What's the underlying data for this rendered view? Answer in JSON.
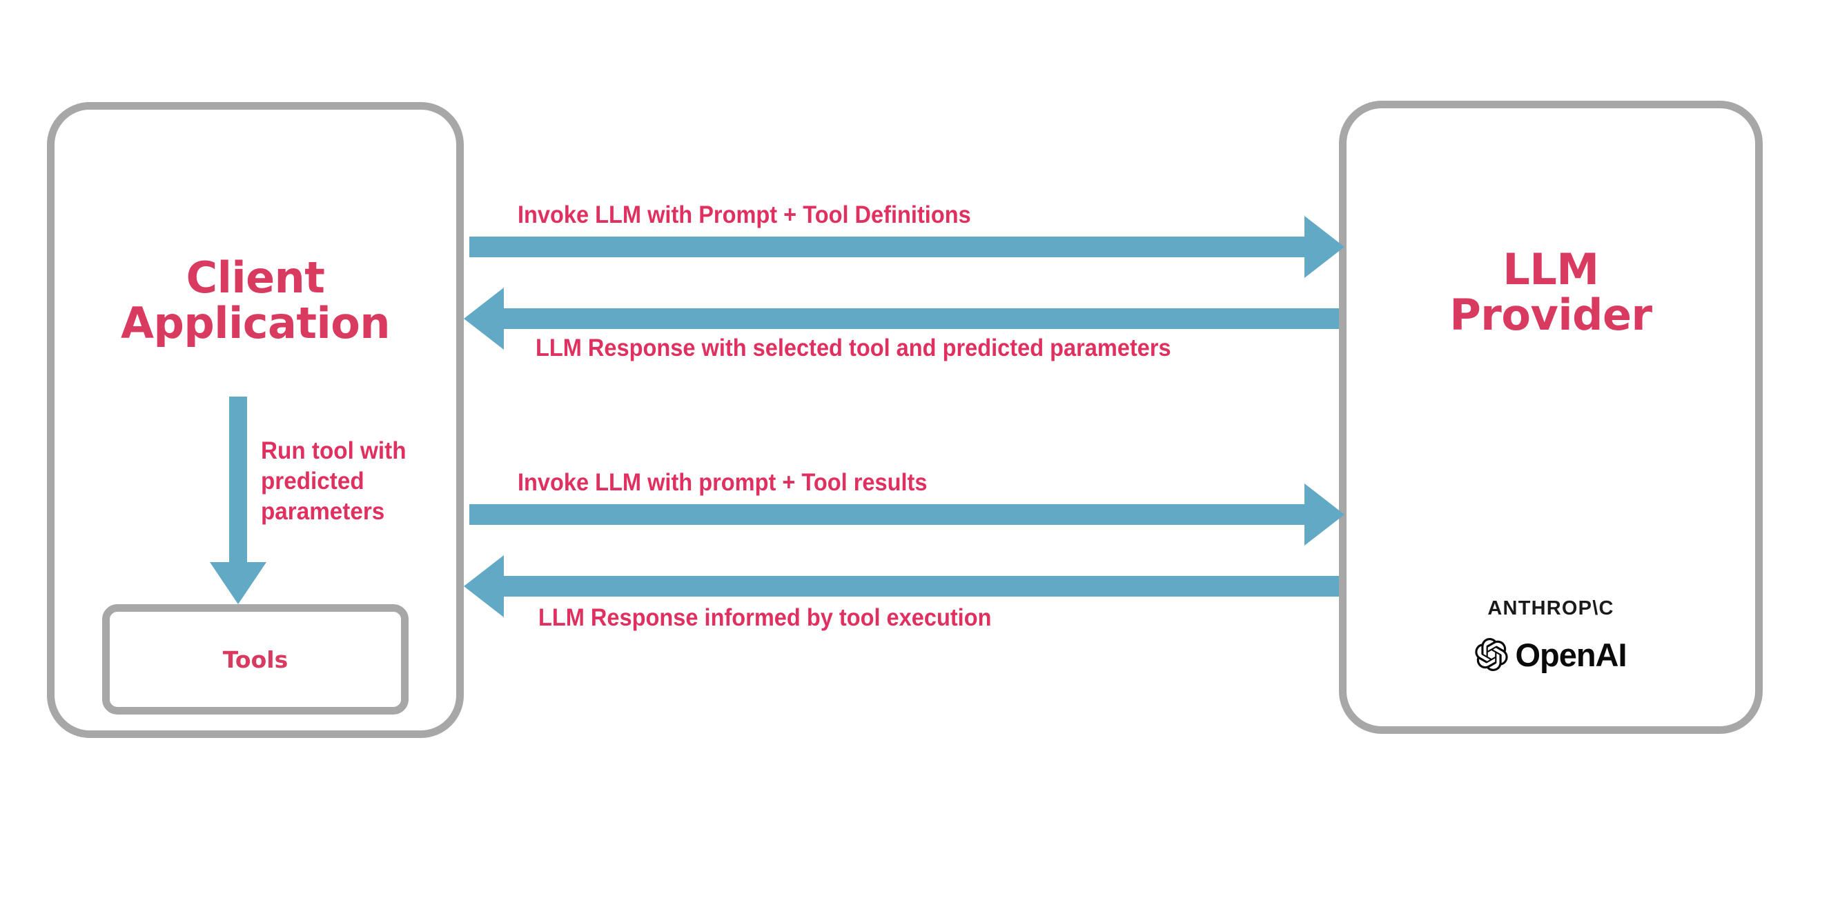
{
  "diagram": {
    "title": "LLM tool-calling flow between client application and LLM provider",
    "colors": {
      "accent_text": "#d93a5f",
      "arrow": "#62a9c5",
      "box_border": "#a7a7a7",
      "logo_text": "#1a1a1a",
      "background": "#ffffff"
    }
  },
  "client": {
    "title_line1": "Client",
    "title_line2": "Application",
    "tools_label": "Tools",
    "internal_arrow_label": "Run tool with\npredicted\nparameters"
  },
  "provider": {
    "title_line1": "LLM",
    "title_line2": "Provider",
    "logos": [
      {
        "name": "anthropic-logo",
        "text": "ANTHROP\\C"
      },
      {
        "name": "openai-logo",
        "text": "OpenAI"
      }
    ]
  },
  "arrows": [
    {
      "id": "invoke-1",
      "label": "Invoke LLM with Prompt + Tool Definitions",
      "direction": "right",
      "from": "client",
      "to": "provider"
    },
    {
      "id": "response-1",
      "label": "LLM Response with selected tool and predicted parameters",
      "direction": "left",
      "from": "provider",
      "to": "client"
    },
    {
      "id": "invoke-2",
      "label": "Invoke LLM with prompt + Tool results",
      "direction": "right",
      "from": "client",
      "to": "provider"
    },
    {
      "id": "response-2",
      "label": "LLM Response informed by tool execution",
      "direction": "left",
      "from": "provider",
      "to": "client"
    }
  ]
}
